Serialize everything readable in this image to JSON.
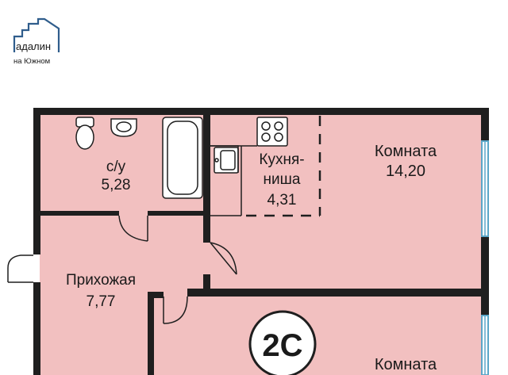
{
  "brand": {
    "logo_name": "адалин",
    "logo_subtitle": "на Южном",
    "accent_color": "#2f5d8c"
  },
  "plan": {
    "room_fill_color": "#f2c0c0",
    "wall_color": "#1f1f1f",
    "window_color": "#5aa6c8",
    "apartment_type": "2С",
    "rooms": {
      "bathroom": {
        "name": "с/у",
        "area": "5,28"
      },
      "kitchen": {
        "name_line1": "Кухня-",
        "name_line2": "ниша",
        "area": "4,31"
      },
      "room1": {
        "name": "Комната",
        "area": "14,20"
      },
      "hallway": {
        "name": "Прихожая",
        "area": "7,77"
      },
      "room2": {
        "name": "Комната"
      }
    }
  }
}
